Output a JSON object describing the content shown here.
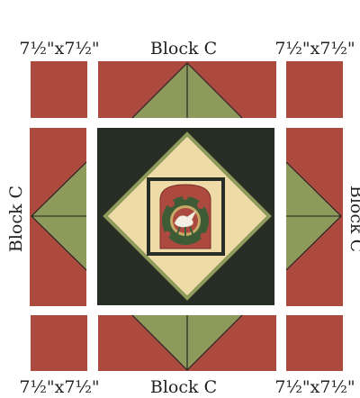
{
  "labels": {
    "corner_top_left": "7½\"x7½\"",
    "top_block": "Block C",
    "corner_top_right": "7½\"x7½\"",
    "left_block": "Block C",
    "right_block": "Block C",
    "corner_bottom_left": "7½\"x7½\"",
    "bottom_block": "Block C",
    "corner_bottom_right": "7½\"x7½\""
  },
  "colors": {
    "background": "#ffffff",
    "rust_red": "#ad4a3f",
    "sage_green": "#8e9a5c",
    "dark_green": "#252d24",
    "cream": "#eedba8",
    "seam": "#1e1e1e",
    "text": "#222222"
  },
  "center_motif": {
    "icon": "dove-wreath-icon"
  }
}
